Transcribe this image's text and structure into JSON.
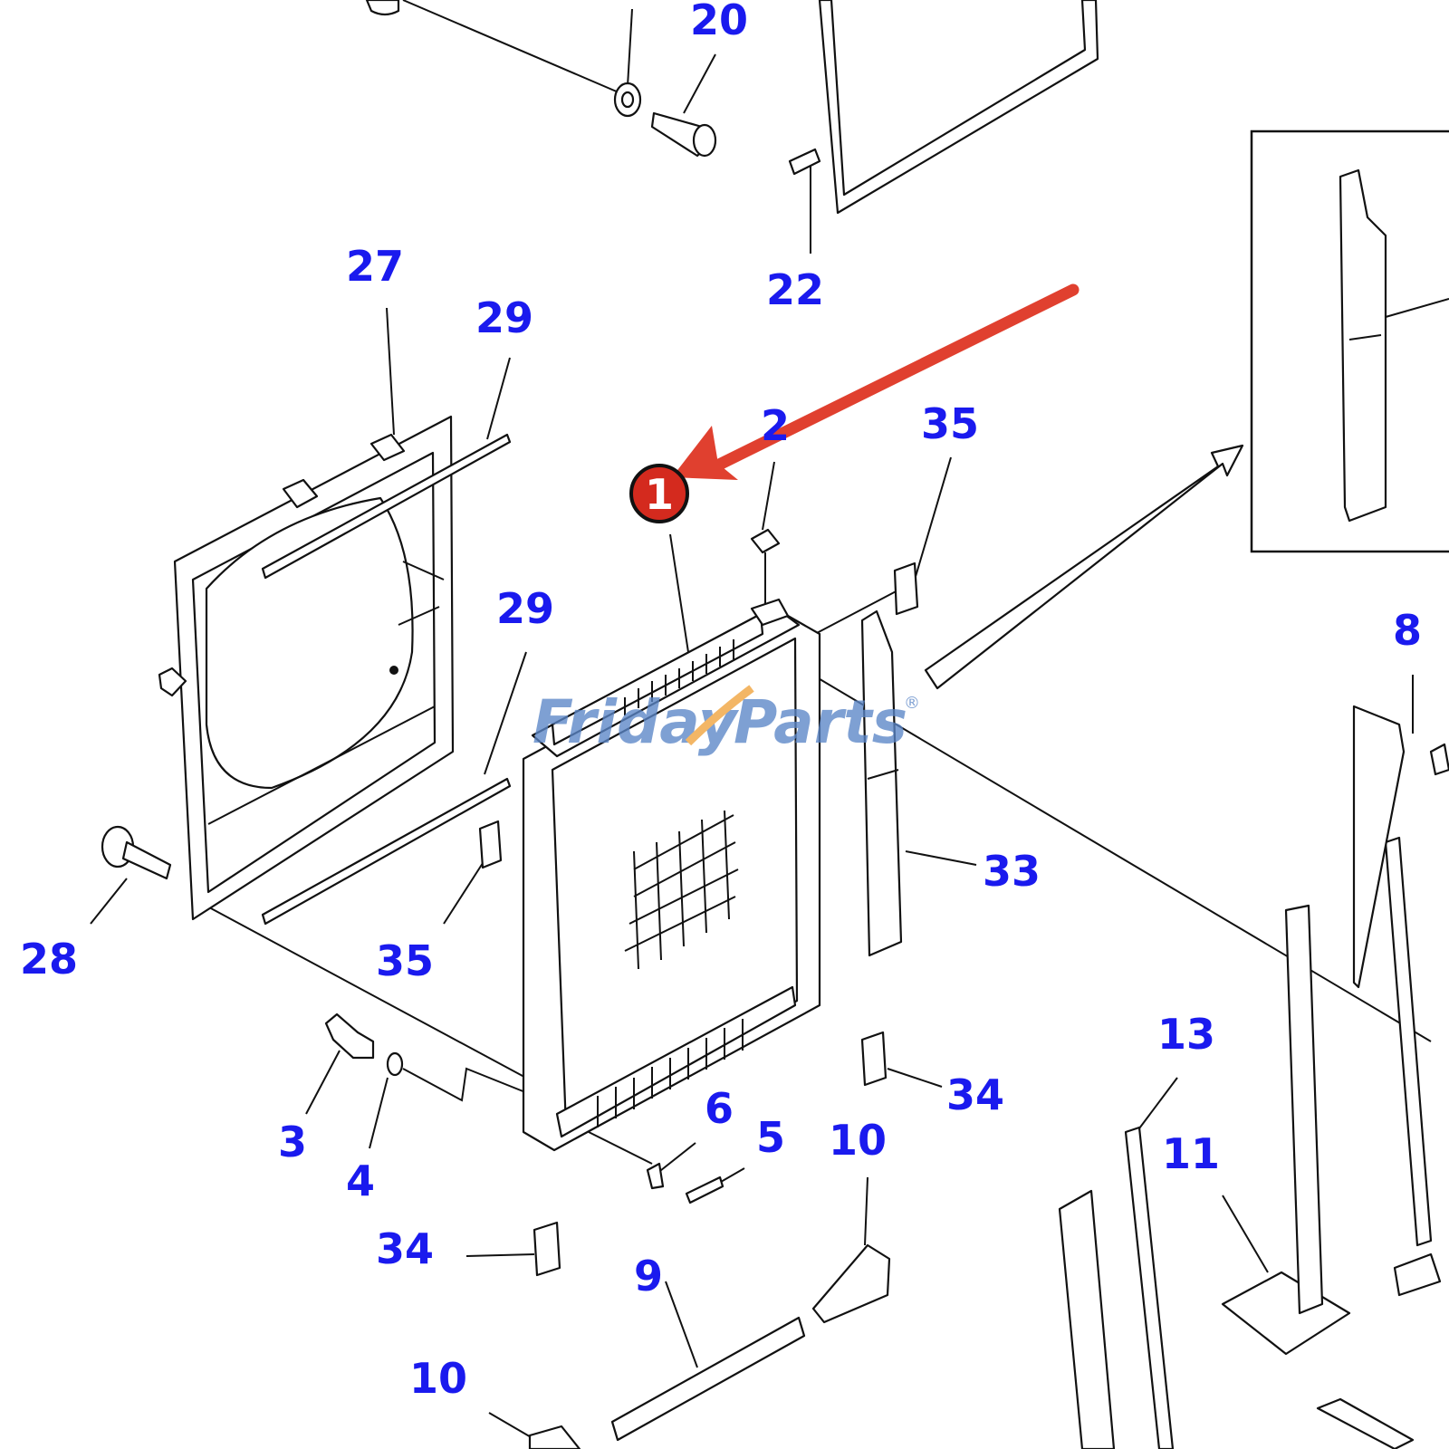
{
  "diagram": {
    "callouts": [
      "20",
      "22",
      "27",
      "29",
      "29",
      "2",
      "35",
      "1",
      "35",
      "28",
      "33",
      "8",
      "3",
      "4",
      "6",
      "5",
      "10",
      "34",
      "13",
      "11",
      "34",
      "9",
      "10"
    ]
  },
  "highlight": {
    "label": "1",
    "color": "#d42a1e",
    "arrow_color": "#e0402f"
  },
  "watermark": {
    "brand_prefix": "Friday",
    "brand_suffix": "Parts",
    "registered_mark": "®",
    "color": "#5b86c7",
    "accent_color": "#f0a23a"
  },
  "colors": {
    "callout_text": "#1a1aee",
    "line_art": "#111111",
    "background": "#ffffff"
  }
}
